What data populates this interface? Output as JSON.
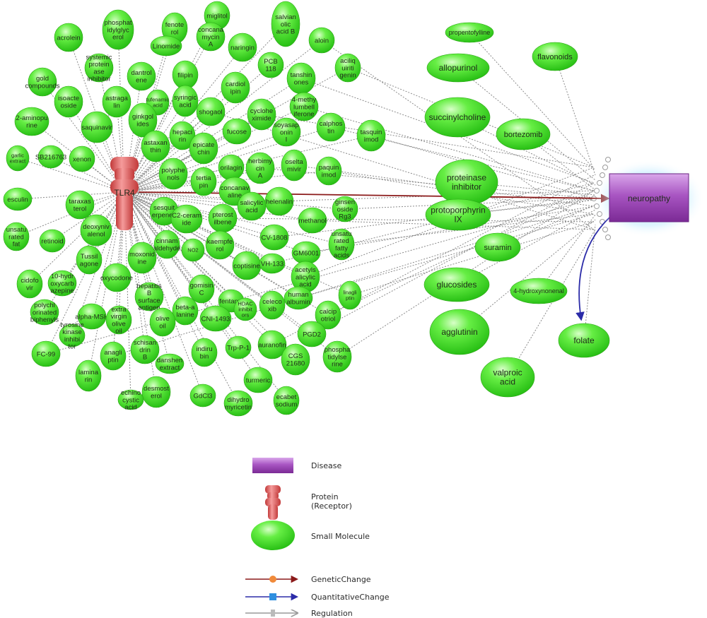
{
  "disease": {
    "label": "neuropathy"
  },
  "receptor": {
    "label": "TLR4"
  },
  "cluster_molecules": [
    "acrolein",
    "phosphatidylglycerol",
    "fenoterol",
    "miglitol",
    "salvianolic acid B",
    "Linomide",
    "concanamycin A",
    "naringin",
    "aloin",
    "aciliquiritigenin",
    "systemic proteinase inhibitor",
    "gold compounds",
    "isoacteoside",
    "astragalin",
    "dantrolene",
    "filipin",
    "tufenamic acid",
    "syringic acid",
    "cardiolipin",
    "PCB 118",
    "tanshinones",
    "4-methylumbelliferone",
    "2-aminopurine",
    "saquinavir",
    "ginkgolides",
    "hepacirin",
    "shogaol",
    "cycloheximide",
    "fucose",
    "soyasaponin I",
    "calphostin",
    "tasquinimod",
    "garlic extract",
    "SB216763",
    "xenon",
    "astaxanthin",
    "epicatechin",
    "polyphenols",
    "tertiapin",
    "orilagin",
    "herbimycin A",
    "oseltamivir",
    "paquinimod",
    "esculin",
    "taraxasterol",
    "sesquiterpenes",
    "concanavaline",
    "salicylic acid",
    "helenalin",
    "ginsenoside Rg3",
    "deoxynivalenol",
    "C2-ceramide",
    "pterostilbene",
    "methanol",
    "unsaturated fat",
    "retinoid",
    "cinnamaldehyde",
    "kaempferol",
    "CV-1808",
    "GM6001",
    "unsaturated fatty acids",
    "Tussilagone",
    "moxonidine",
    "NO2",
    "coptisine",
    "VH-133",
    "oxycodone",
    "cidofovir",
    "10-hydroxycarbazepine",
    "hepatitis B surface antigen",
    "gomisin C",
    "fentanyl",
    "acetylsalicylic acid",
    "polychlorinated biphenyls",
    "alpha-MSH",
    "extra virgin olive oil",
    "beta-alanine",
    "celecoxib",
    "human albumin",
    "linagliptin",
    "tyrosine kinase inhibitor",
    "olive oil",
    "CNI-1493",
    "HDAC inhibitors",
    "calcipotriol",
    "FC-99",
    "anagliptin",
    "schisandrin B",
    "danshen extract",
    "indirubin",
    "Trp-P-1",
    "auranofin",
    "PGD2",
    "phosphatidylserine",
    "laminarin",
    "desmosterol",
    "echinocystic acid",
    "GdCl3",
    "dihydromyricetin",
    "turmeric",
    "CGS 21680",
    "ecabet sodium"
  ],
  "right_molecules": [
    "propentofylline",
    "flavonoids",
    "allopurinol",
    "succinylcholine",
    "bortezomib",
    "proteinase inhibitor",
    "protoporphyrin IX",
    "suramin",
    "glucosides",
    "4-hydroxynonenal",
    "agglutinin",
    "folate",
    "valproic acid"
  ],
  "legend": {
    "disease": "Disease",
    "protein_line1": "Protein",
    "protein_line2": "(Receptor)",
    "small_molecule": "Small Molecule",
    "genetic_change": "GeneticChange",
    "quantitative_change": "QuantitativeChange",
    "regulation": "Regulation"
  },
  "colors": {
    "molecule_fill": "#3ee01c",
    "molecule_highlight": "#c9ffb8",
    "receptor": "#e05555",
    "disease": "#9b3fb3",
    "genetic_change": "#8b1a1a",
    "quantitative_change": "#2b2ba8",
    "regulation": "#9a9a9a"
  }
}
